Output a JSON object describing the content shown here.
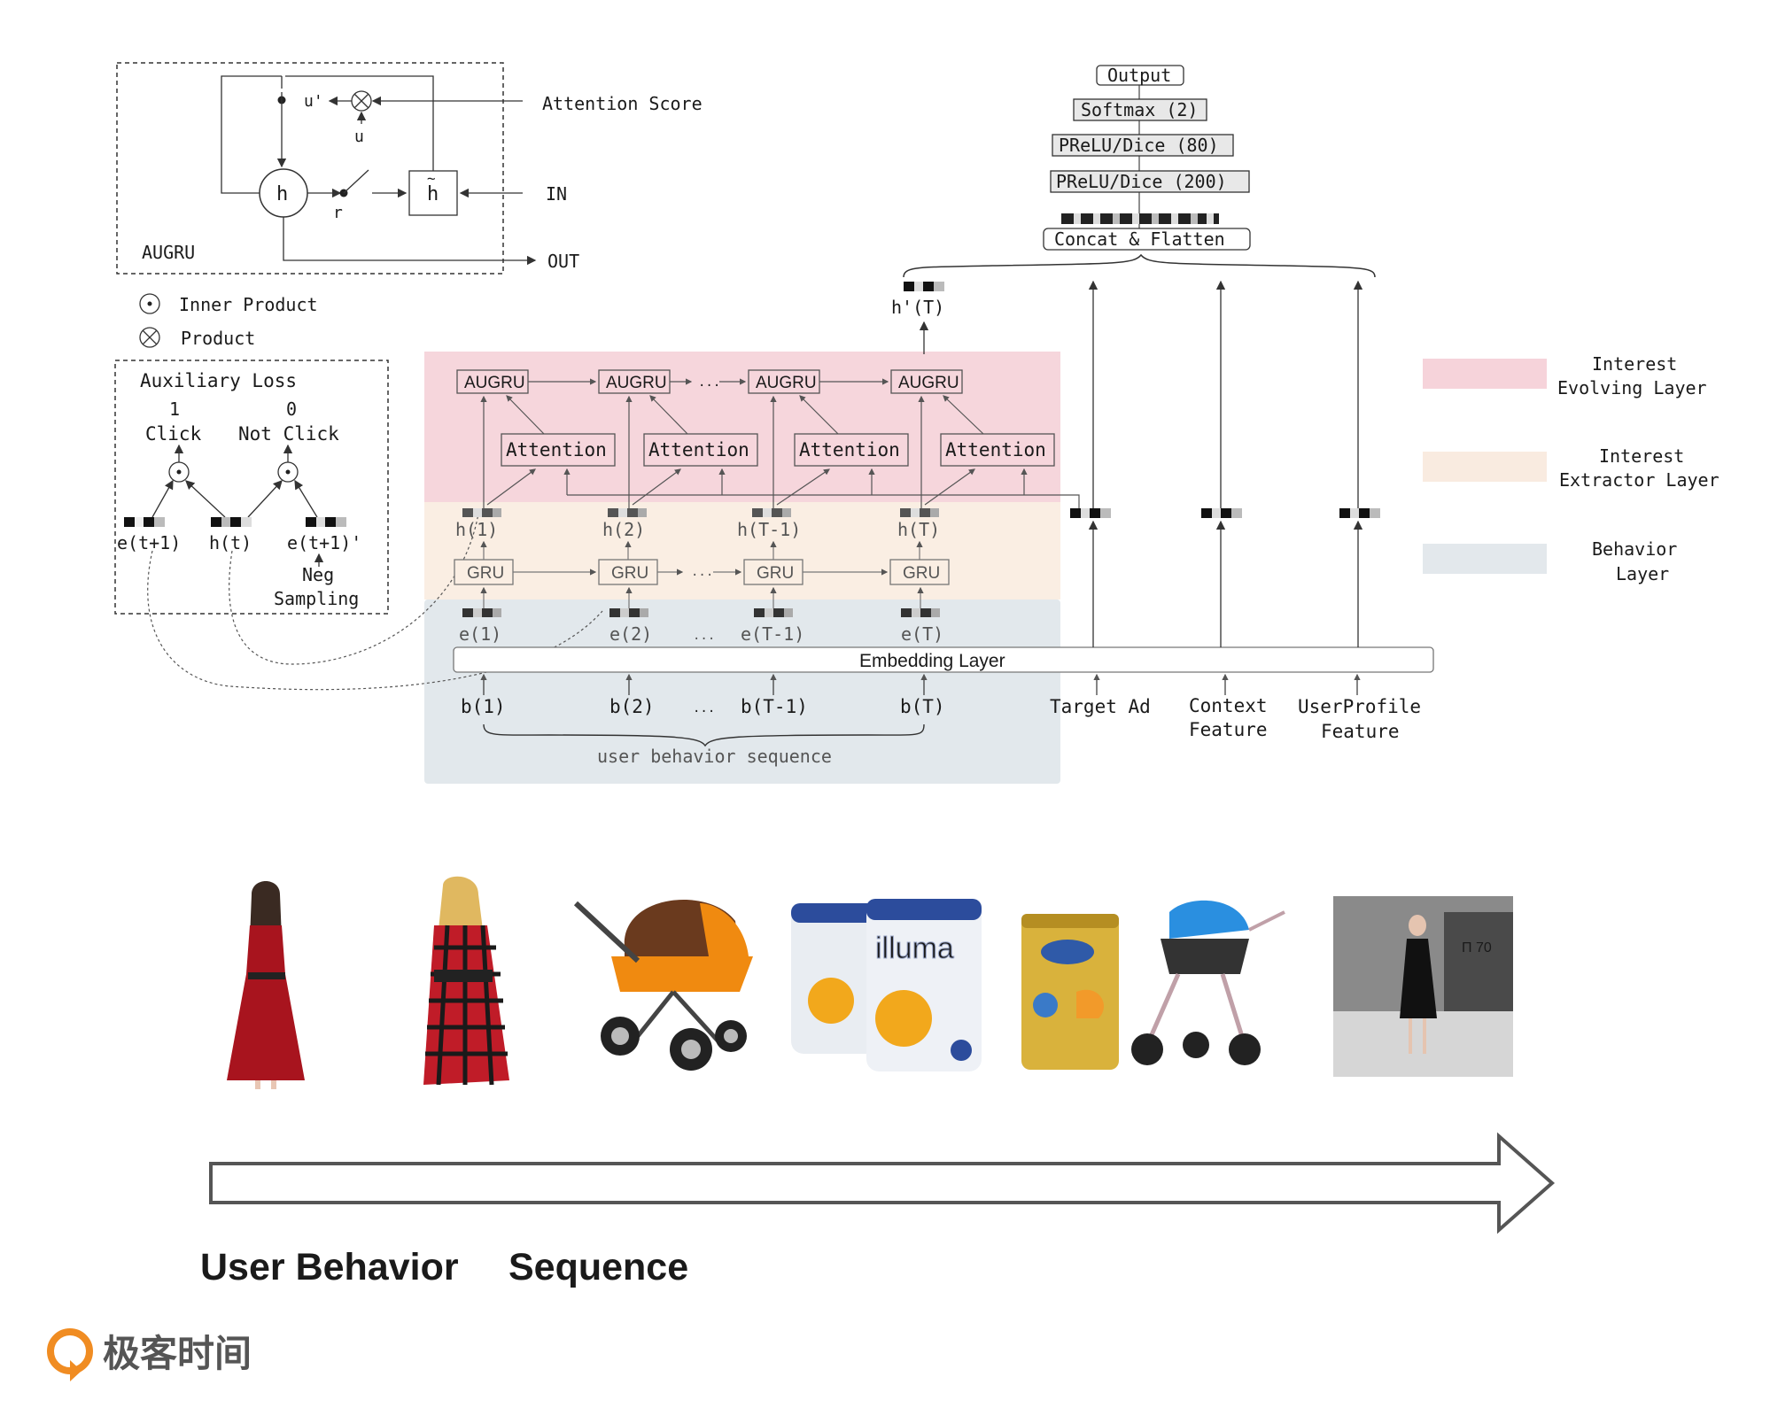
{
  "augru_cell": {
    "title": "AUGRU",
    "attention_score_label": "Attention Score",
    "in_label": "IN",
    "out_label": "OUT",
    "u_prime_label": "u'",
    "u_label": "u",
    "h_label": "h",
    "r_label": "r",
    "h_tilde_label": "h"
  },
  "legend": {
    "inner_product": "Inner Product",
    "product": "Product"
  },
  "aux_loss": {
    "title": "Auxiliary Loss",
    "click_value": "1",
    "click_label": "Click",
    "not_click_value": "0",
    "not_click_label": "Not Click",
    "e_next": "e(t+1)",
    "h_t": "h(t)",
    "e_next_neg": "e(t+1)'",
    "neg_sampling_1": "Neg",
    "neg_sampling_2": "Sampling"
  },
  "top_stack": {
    "output": "Output",
    "softmax": "Softmax (2)",
    "prelu1": "PReLU/Dice (80)",
    "prelu2": "PReLU/Dice (200)",
    "concat": "Concat & Flatten",
    "h_prime": "h'(T)"
  },
  "evolving": {
    "augru": [
      "AUGRU",
      "AUGRU",
      "AUGRU",
      "AUGRU"
    ],
    "attention": [
      "Attention",
      "Attention",
      "Attention",
      "Attention"
    ],
    "ellipsis": "..."
  },
  "extractor": {
    "h": [
      "h(1)",
      "h(2)",
      "h(T-1)",
      "h(T)"
    ],
    "gru": [
      "GRU",
      "GRU",
      "GRU",
      "GRU"
    ],
    "ellipsis": "..."
  },
  "behavior": {
    "e": [
      "e(1)",
      "e(2)",
      "e(T-1)",
      "e(T)"
    ],
    "embedding_layer": "Embedding Layer",
    "b": [
      "b(1)",
      "b(2)",
      "b(T-1)",
      "b(T)"
    ],
    "sequence_label": "user behavior sequence",
    "ellipsis": "..."
  },
  "side_inputs": {
    "target_ad": "Target Ad",
    "context_1": "Context",
    "context_2": "Feature",
    "userprofile_1": "UserProfile",
    "userprofile_2": "Feature"
  },
  "layer_legend": [
    {
      "line1": "Interest",
      "line2": "Evolving Layer",
      "color": "#f6d3da"
    },
    {
      "line1": "Interest",
      "line2": "Extractor Layer",
      "color": "#f9ebe0"
    },
    {
      "line1": "Behavior",
      "line2": "Layer",
      "color": "#e3e8ec"
    }
  ],
  "colors": {
    "evolving": "#f6d6dc",
    "extractor": "#faeee3",
    "behavior": "#e2e8ec"
  },
  "product_images": [
    {
      "name": "red-dress"
    },
    {
      "name": "plaid-dress"
    },
    {
      "name": "baby-stroller-orange"
    },
    {
      "name": "milk-powder-illuma"
    },
    {
      "name": "milk-powder-aolola"
    },
    {
      "name": "baby-stroller-blue"
    },
    {
      "name": "black-dress-photo"
    }
  ],
  "caption": {
    "word1": "User Behavior",
    "word2": "Sequence"
  },
  "brand": {
    "name": "极客时间"
  }
}
